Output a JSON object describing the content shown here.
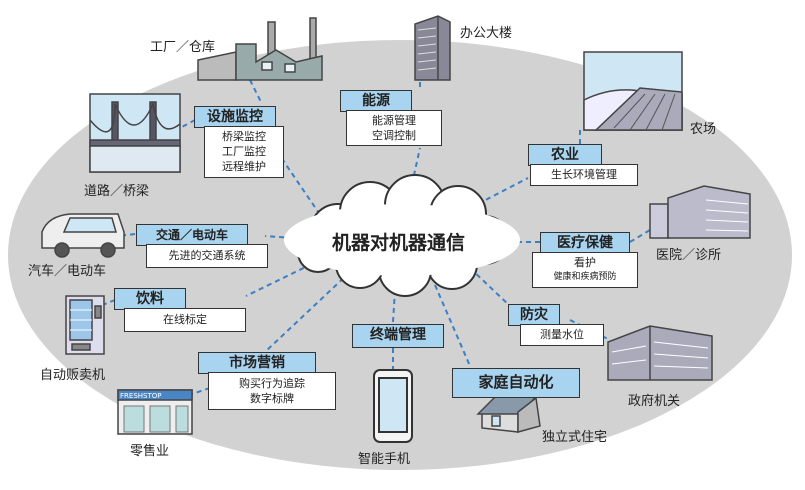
{
  "center": "机器对机器通信",
  "nodes": {
    "facility": {
      "title": "设施监控",
      "lines": [
        "桥梁监控",
        "工厂监控",
        "远程维护"
      ]
    },
    "energy": {
      "title": "能源",
      "lines": [
        "能源管理",
        "空调控制"
      ]
    },
    "agri": {
      "title": "农业",
      "lines": [
        "生长环境管理"
      ]
    },
    "medical": {
      "title": "医疗保健",
      "lines": [
        "看护",
        "健康和疾病预防"
      ]
    },
    "disaster": {
      "title": "防灾",
      "lines": [
        "测量水位"
      ]
    },
    "home": {
      "title": "家庭自动化",
      "lines": []
    },
    "terminal": {
      "title": "终端管理",
      "lines": []
    },
    "market": {
      "title": "市场营销",
      "lines": [
        "购买行为追踪",
        "数字标牌"
      ]
    },
    "drink": {
      "title": "饮料",
      "lines": [
        "在线标定"
      ]
    },
    "traffic": {
      "title": "交通／电动车",
      "lines": [
        "先进的交通系统"
      ]
    }
  },
  "labels": {
    "factory": "工厂／仓库",
    "office": "办公大楼",
    "farm": "农场",
    "hospital": "医院／诊所",
    "gov": "政府机关",
    "house": "独立式住宅",
    "phone": "智能手机",
    "retail": "零售业",
    "vending": "自动贩卖机",
    "car": "汽车／电动车",
    "bridge": "道路／桥梁"
  },
  "store_sign": "FRESHSTOP",
  "colors": {
    "header": "#a8d4ef",
    "ellipse": "#d2d2d2",
    "dash": "#3b7fc4"
  }
}
